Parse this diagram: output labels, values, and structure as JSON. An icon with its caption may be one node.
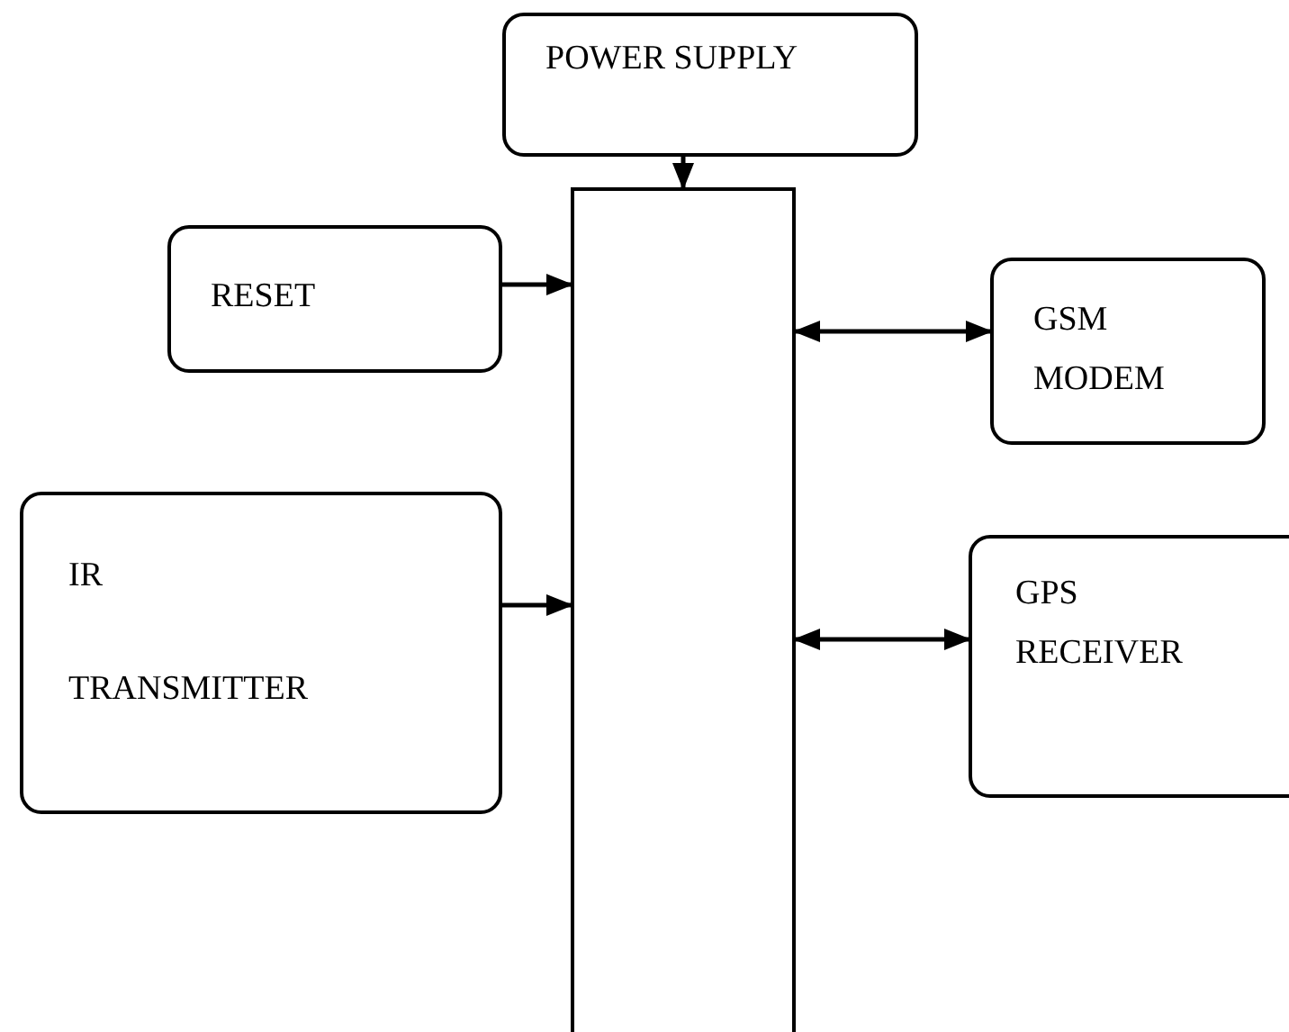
{
  "diagram": {
    "nodes": [
      {
        "text": [
          "POWER SUPPLY"
        ]
      },
      {
        "text": [
          "RESET"
        ]
      },
      {
        "text": [],
        "shape": "box"
      },
      {
        "text": [
          "GSM MODEM"
        ]
      },
      {
        "text": [
          "IR TRANSMITTER"
        ]
      },
      {
        "text": [
          "GPS RECEIVER"
        ]
      }
    ],
    "edges": [
      {
        "from": 0,
        "to": 2,
        "arrow": "to"
      },
      {
        "from": 1,
        "to": 2,
        "arrow": "to"
      },
      {
        "from": 2,
        "to": 3,
        "arrow": "both"
      },
      {
        "from": 4,
        "to": 2,
        "arrow": "to"
      },
      {
        "from": 2,
        "to": 5,
        "arrow": "both"
      }
    ]
  }
}
